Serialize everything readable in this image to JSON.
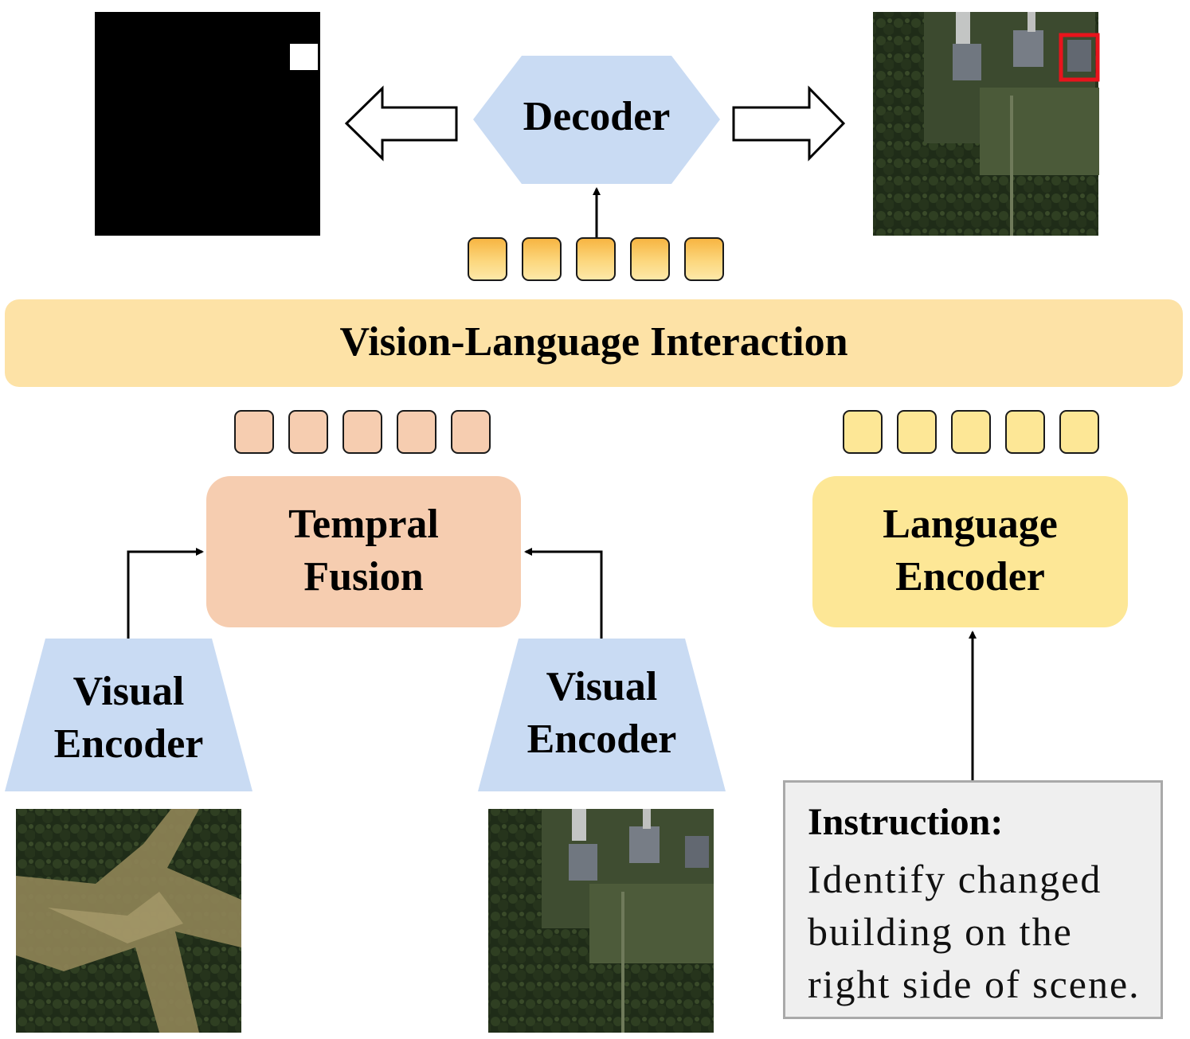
{
  "nodes": {
    "decoder": "Decoder",
    "vision_language_interaction": "Vision-Language Interaction",
    "temporal_fusion_line1": "Tempral",
    "temporal_fusion_line2": "Fusion",
    "language_encoder_line1": "Language",
    "language_encoder_line2": "Encoder",
    "visual_encoder_left_line1": "Visual",
    "visual_encoder_left_line2": "Encoder",
    "visual_encoder_right_line1": "Visual",
    "visual_encoder_right_line2": "Encoder"
  },
  "instruction": {
    "title": "Instruction:",
    "body": "Identify changed building on the right side of scene."
  },
  "token_rows": {
    "output_tokens": 5,
    "visual_tokens": 5,
    "language_tokens": 5
  },
  "colors": {
    "encoder_blue": "#c9dbf3",
    "interaction_band": "#fde2a6",
    "fusion_box": "#f6cdb0",
    "language_box": "#fde796",
    "highlight_box": "#e8141c"
  }
}
